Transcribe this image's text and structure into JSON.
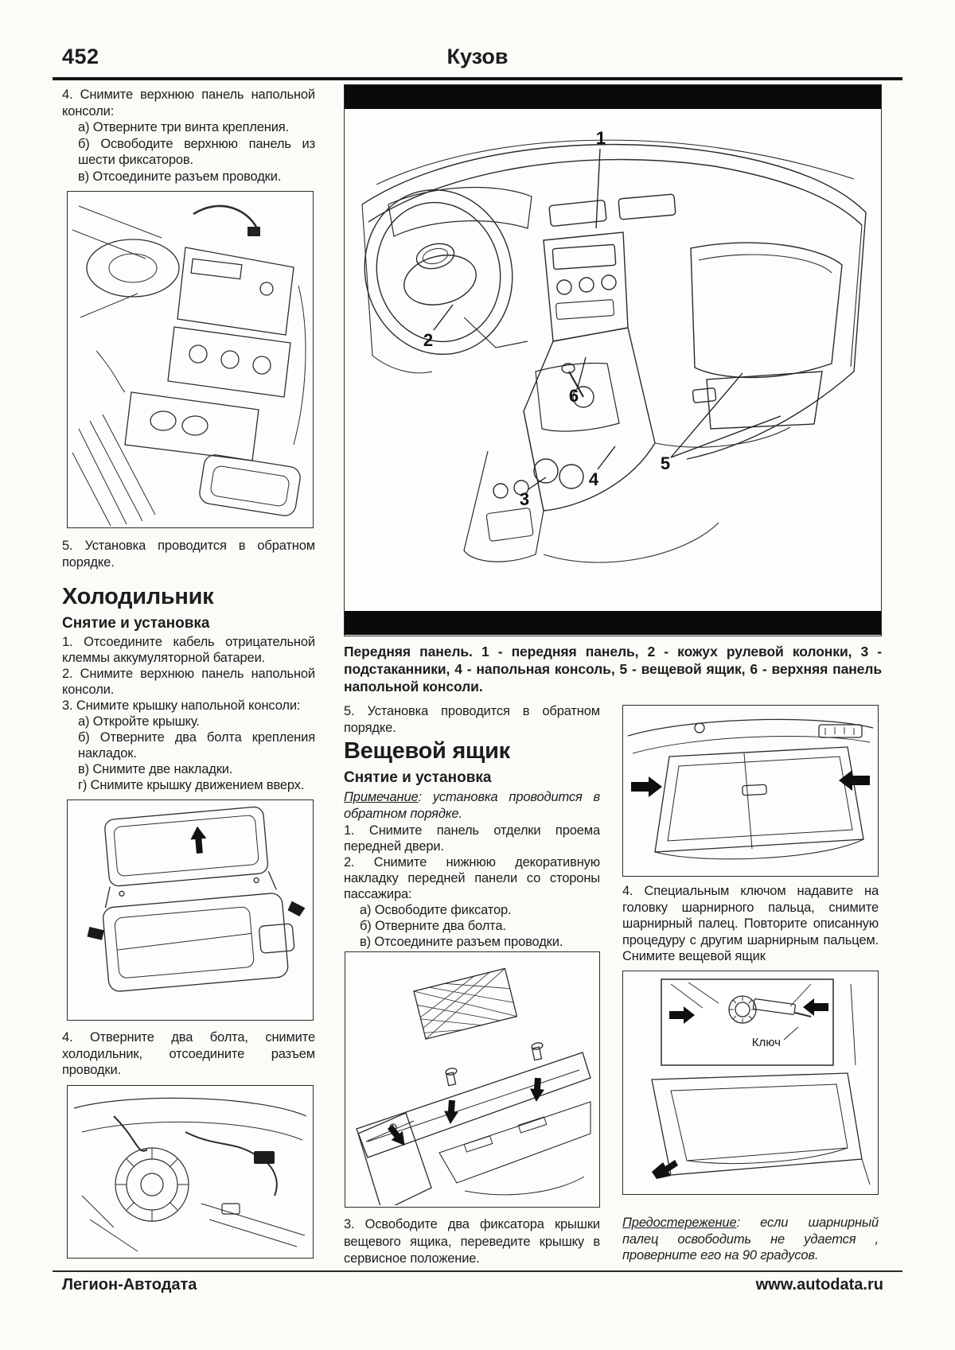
{
  "page": {
    "number": "452",
    "title": "Кузов",
    "footer_left": "Легион-Автодата",
    "footer_right": "www.autodata.ru"
  },
  "left": {
    "step4": "4. Снимите верхнюю панель напольной консоли:",
    "step4_a": "а) Отверните три винта крепления.",
    "step4_b": "б) Освободите верхнюю панель из шести фиксаторов.",
    "step4_c": "в) Отсоедините разъем проводки.",
    "step5": "5. Установка проводится в обратном порядке.",
    "section_title": "Холодильник",
    "section_subtitle": "Снятие и установка",
    "fr1": "1. Отсоедините кабель отрицательной клеммы аккумуляторной батареи.",
    "fr2": "2. Снимите верхнюю панель напольной консоли.",
    "fr3": "3. Снимите крышку напольной консоли:",
    "fr3_a": "а) Откройте крышку.",
    "fr3_b": "б) Отверните два болта крепления накладок.",
    "fr3_c": "в) Снимите две накладки.",
    "fr3_d": "г) Снимите крышку движением вверх.",
    "fr4": "4. Отверните два болта, снимите холодильник, отсоедините разъем проводки."
  },
  "figure_main": {
    "caption": "Передняя панель. 1 - передняя панель, 2 - кожух рулевой колонки, 3 - подстаканники, 4 - напольная консоль, 5 - вещевой ящик, 6 - верхняя панель напольной консоли.",
    "callouts": [
      "1",
      "2",
      "3",
      "4",
      "5",
      "6"
    ]
  },
  "middle": {
    "step5": "5. Установка проводится в обратном порядке.",
    "section_title": "Вещевой ящик",
    "section_subtitle": "Снятие и установка",
    "note_label": "Примечание",
    "note_text": ": установка проводится в обратном порядке.",
    "gb1": "1. Снимите панель отделки проема передней двери.",
    "gb2": "2. Снимите нижнюю декоративную накладку передней панели со стороны пассажира:",
    "gb2_a": "а) Освободите фиксатор.",
    "gb2_b": "б) Отверните два болта.",
    "gb2_c": "в) Отсоедините разъем проводки.",
    "fig_caption": "3. Освободите два фиксатора крышки вещевого ящика, переведите крышку в сервисное положение."
  },
  "right": {
    "gb4": "4. Специальным ключом надавите на головку шарнирного пальца, снимите шарнирный палец. Повторите описанную процедуру с другим шарнирным пальцем. Снимите вещевой ящик",
    "key_label": "Ключ",
    "caution_label": "Предостережение",
    "caution_text": ": если шарнирный палец освободить не удается , проверните его на 90 градусов."
  }
}
